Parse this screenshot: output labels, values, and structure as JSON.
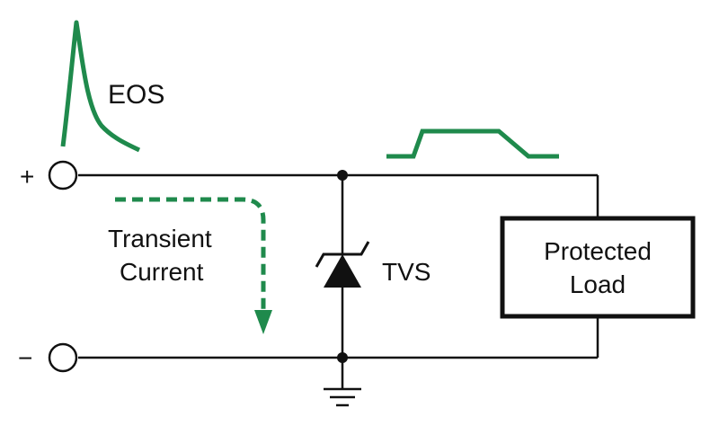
{
  "labels": {
    "eos": "EOS",
    "plus": "+",
    "minus": "−",
    "transient_line1": "Transient",
    "transient_line2": "Current",
    "tvs": "TVS",
    "load_line1": "Protected",
    "load_line2": "Load"
  },
  "colors": {
    "wire": "#111111",
    "accent_green": "#1f8a4c",
    "background": "#ffffff"
  },
  "icons": [
    "eos-pulse-waveform",
    "clamped-voltage-waveform",
    "tvs-diode-symbol",
    "ground-icon",
    "transient-current-arrow"
  ]
}
